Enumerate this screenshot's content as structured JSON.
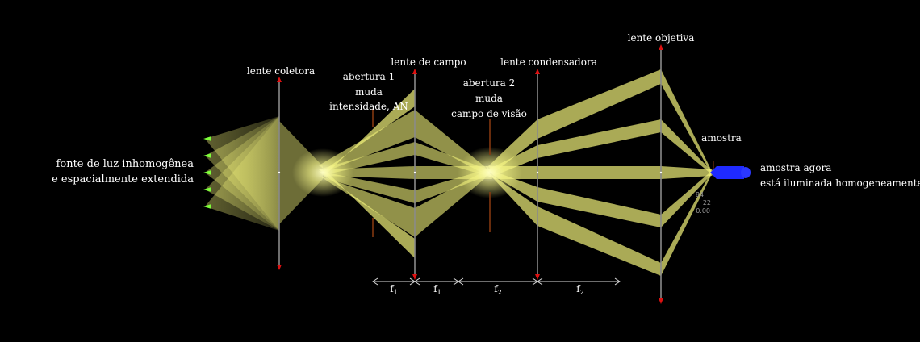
{
  "labels": {
    "source_line1": "fonte de luz inhomogênea",
    "source_line2": "e espacialmente extendida",
    "collector": "lente coletora",
    "aperture1_line1": "abertura 1",
    "aperture1_line2": "muda",
    "aperture1_line3": "intensidade, AN",
    "field_lens": "lente de campo",
    "aperture2_line1": "abertura 2",
    "aperture2_line2": "muda",
    "aperture2_line3": "campo de visão",
    "condenser": "lente condensadora",
    "objective": "lente objetiva",
    "sample": "amostra",
    "result_line1": "amostra agora",
    "result_line2": "está iluminada homogeneamente"
  },
  "dimensions": {
    "f1": "f",
    "f1_sub": "1",
    "f2": "f",
    "f2_sub": "2"
  },
  "readout": [
    "84",
    "22",
    "0.00"
  ],
  "colors": {
    "background": "#000000",
    "beam": "#f2f27a",
    "lens_axis": "#8a8a8a",
    "lens_tip": "#dd1111",
    "aperture": "#8b3a10",
    "sample_probe": "#1f2aff",
    "source_point": "#7dff3a"
  }
}
